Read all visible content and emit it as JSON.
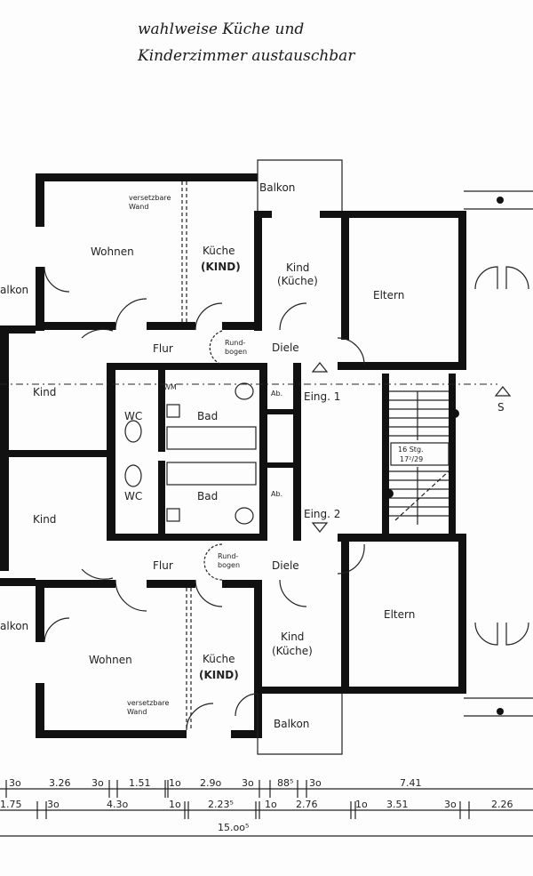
{
  "note": {
    "line1": "wahlweise Küche und",
    "line2": "Kinderzimmer austauschbar"
  },
  "upper_unit": {
    "balkon": "Balkon",
    "balkon_left": "alkon",
    "versetzbare": "versetzbare",
    "wand": "Wand",
    "wohnen": "Wohnen",
    "kueche": "Küche",
    "kind_hand": "(KIND)",
    "kind_kueche_1": "Kind",
    "kind_kueche_2": "(Küche)",
    "eltern": "Eltern",
    "flur": "Flur",
    "rund": "Rund-",
    "bogen": "bogen",
    "diele": "Diele",
    "kind": "Kind",
    "wm": "WM",
    "wc": "WC",
    "bad": "Bad",
    "ab": "Ab.",
    "eingang": "Eing. 1"
  },
  "lower_unit": {
    "balkon": "Balkon",
    "balkon_left": "alkon",
    "versetzbare": "versetzbare",
    "wand": "Wand",
    "wohnen": "Wohnen",
    "kueche": "Küche",
    "kind_hand": "(KIND)",
    "kind_kueche_1": "Kind",
    "kind_kueche_2": "(Küche)",
    "eltern": "Eltern",
    "flur": "Flur",
    "rund": "Rund-",
    "bogen": "bogen",
    "diele": "Diele",
    "kind": "Kind",
    "wc": "WC",
    "bad": "Bad",
    "ab": "Ab.",
    "eingang": "Eing. 2"
  },
  "section_marker": "S",
  "stairs": {
    "line1": "16 Stg.",
    "line2": "17²/29"
  },
  "dimensions": {
    "row1": [
      "3o",
      "3.26",
      "3o",
      "1.51",
      "1o",
      "2.9o",
      "3o",
      "88⁵",
      "3o",
      "7.41"
    ],
    "row2": [
      "1.75",
      "3o",
      "4.3o",
      "1o",
      "2.23⁵",
      "1o",
      "2.76",
      "1o",
      "3.51",
      "3o",
      "2.26"
    ],
    "total": "15.oo⁵"
  }
}
